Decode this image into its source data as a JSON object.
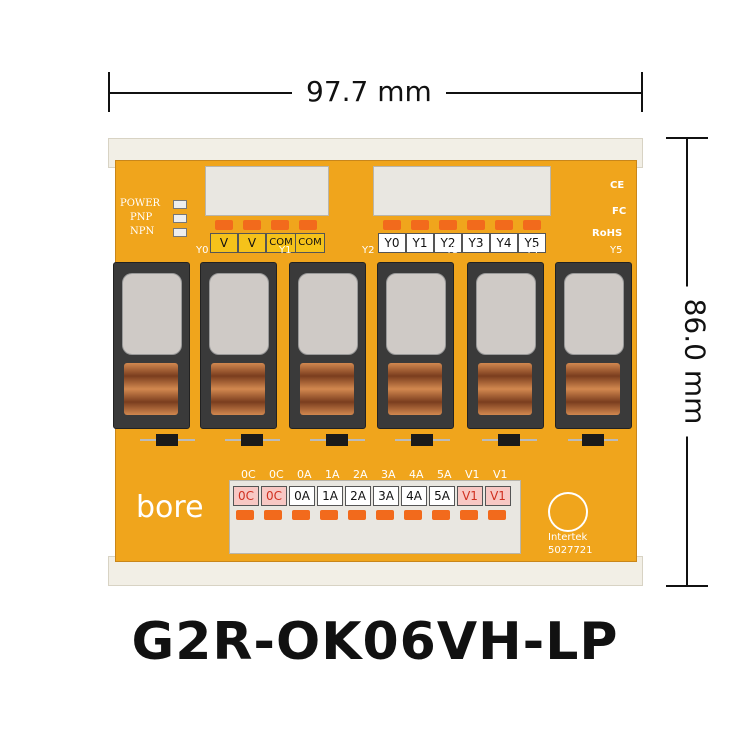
{
  "dimensions": {
    "width_label": "97.7 mm",
    "height_label": "86.0 mm"
  },
  "model": "G2R-OK06VH-LP",
  "board": {
    "brand": "bore",
    "indicators": [
      "POWER",
      "PNP",
      "NPN"
    ],
    "marks": [
      "CE",
      "FC",
      "RoHS"
    ],
    "cert": {
      "line1": "Intertek",
      "line2": "5027721"
    },
    "top_left_terminals": [
      "V",
      "V",
      "COM",
      "COM"
    ],
    "top_right_terminals": [
      "Y0",
      "Y1",
      "Y2",
      "Y3",
      "Y4",
      "Y5"
    ],
    "relay_labels": [
      "Y0",
      "Y1",
      "Y2",
      "Y3",
      "Y4",
      "Y5"
    ],
    "bottom_silk": [
      "0C",
      "0C",
      "0A",
      "1A",
      "2A",
      "3A",
      "4A",
      "5A",
      "V1",
      "V1"
    ],
    "bottom_terminals": [
      "0C",
      "0C",
      "0A",
      "1A",
      "2A",
      "3A",
      "4A",
      "5A",
      "V1",
      "V1"
    ]
  },
  "colors": {
    "board": "#f0a51c",
    "terminal_tab": "#f26a1c",
    "label_pink": "#f8c8c4"
  }
}
